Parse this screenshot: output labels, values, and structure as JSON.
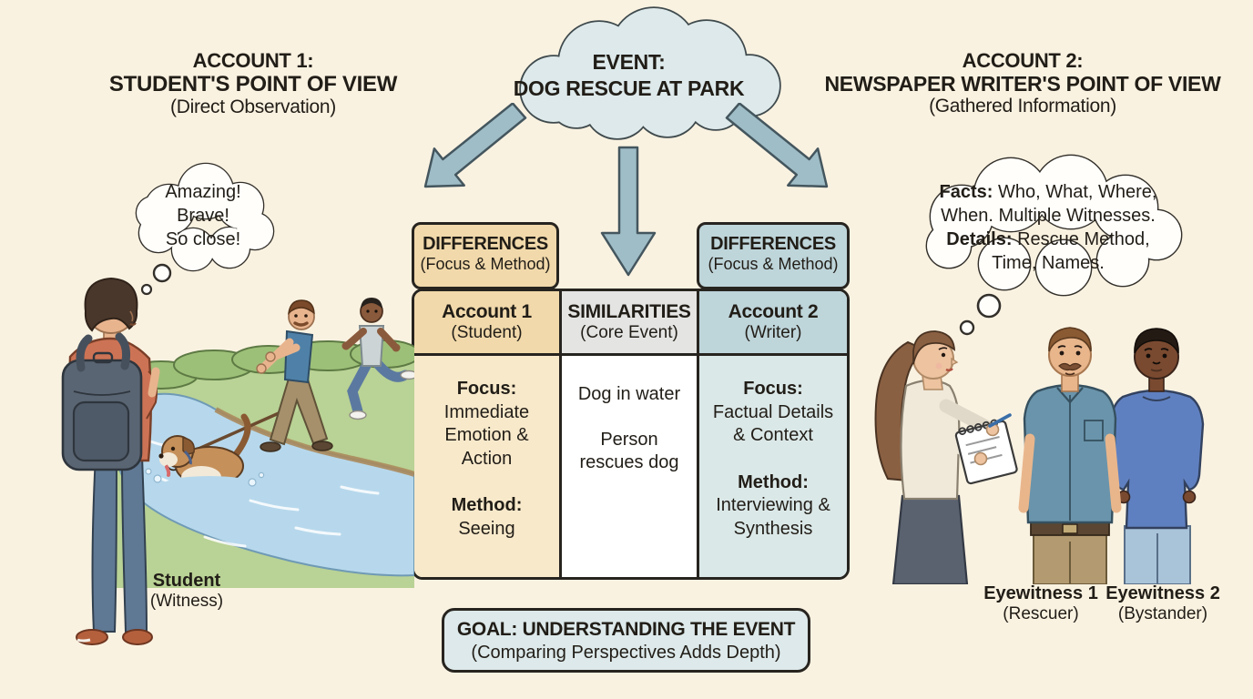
{
  "page": {
    "background": "#faf2e1"
  },
  "colors": {
    "background": "#faf2e1",
    "cloud_fill": "#dde9ea",
    "arrow_fill": "#9fbdc7",
    "differences_tan": "#f1d9ab",
    "differences_blue": "#bed5da",
    "column1_body": "#f8e9cb",
    "column3_body": "#dbe8e8",
    "similarities_header": "#e4e5e3",
    "goal_fill": "#dde9ea",
    "outline": "#27241f"
  },
  "event_cloud": {
    "line1": "EVENT:",
    "line2": "DOG RESCUE AT PARK"
  },
  "account1": {
    "title1": "ACCOUNT 1:",
    "title2": "STUDENT'S POINT OF VIEW",
    "subtitle": "(Direct Observation)",
    "thought": {
      "line1": "Amazing!",
      "line2": "Brave!",
      "line3": "So close!"
    },
    "caption1": "Student",
    "caption2": "(Witness)"
  },
  "account2": {
    "title1": "ACCOUNT 2:",
    "title2": "NEWSPAPER WRITER'S POINT OF VIEW",
    "subtitle": "(Gathered Information)",
    "thought": {
      "facts_label": "Facts:",
      "facts_text": "Who, What, Where, When. Multiple Witnesses.",
      "details_label": "Details:",
      "details_text": "Rescue Method, Time, Names."
    },
    "witness1_caption1": "Eyewitness 1",
    "witness1_caption2": "(Rescuer)",
    "witness2_caption1": "Eyewitness 2",
    "witness2_caption2": "(Bystander)"
  },
  "table": {
    "left_badge": {
      "title": "DIFFERENCES",
      "subtitle": "(Focus & Method)"
    },
    "right_badge": {
      "title": "DIFFERENCES",
      "subtitle": "(Focus & Method)"
    },
    "col1": {
      "header": "Account 1",
      "subheader": "(Student)",
      "focus_label": "Focus:",
      "focus_text": "Immediate Emotion & Action",
      "method_label": "Method:",
      "method_text": "Seeing"
    },
    "col2": {
      "header": "SIMILARITIES",
      "subheader": "(Core Event)",
      "item1": "Dog in water",
      "item2": "Person rescues dog"
    },
    "col3": {
      "header": "Account 2",
      "subheader": "(Writer)",
      "focus_label": "Focus:",
      "focus_text": "Factual Details & Context",
      "method_label": "Method:",
      "method_text": "Interviewing & Synthesis"
    }
  },
  "goal": {
    "line1": "GOAL: UNDERSTANDING THE EVENT",
    "line2": "(Comparing Perspectives Adds Depth)"
  }
}
